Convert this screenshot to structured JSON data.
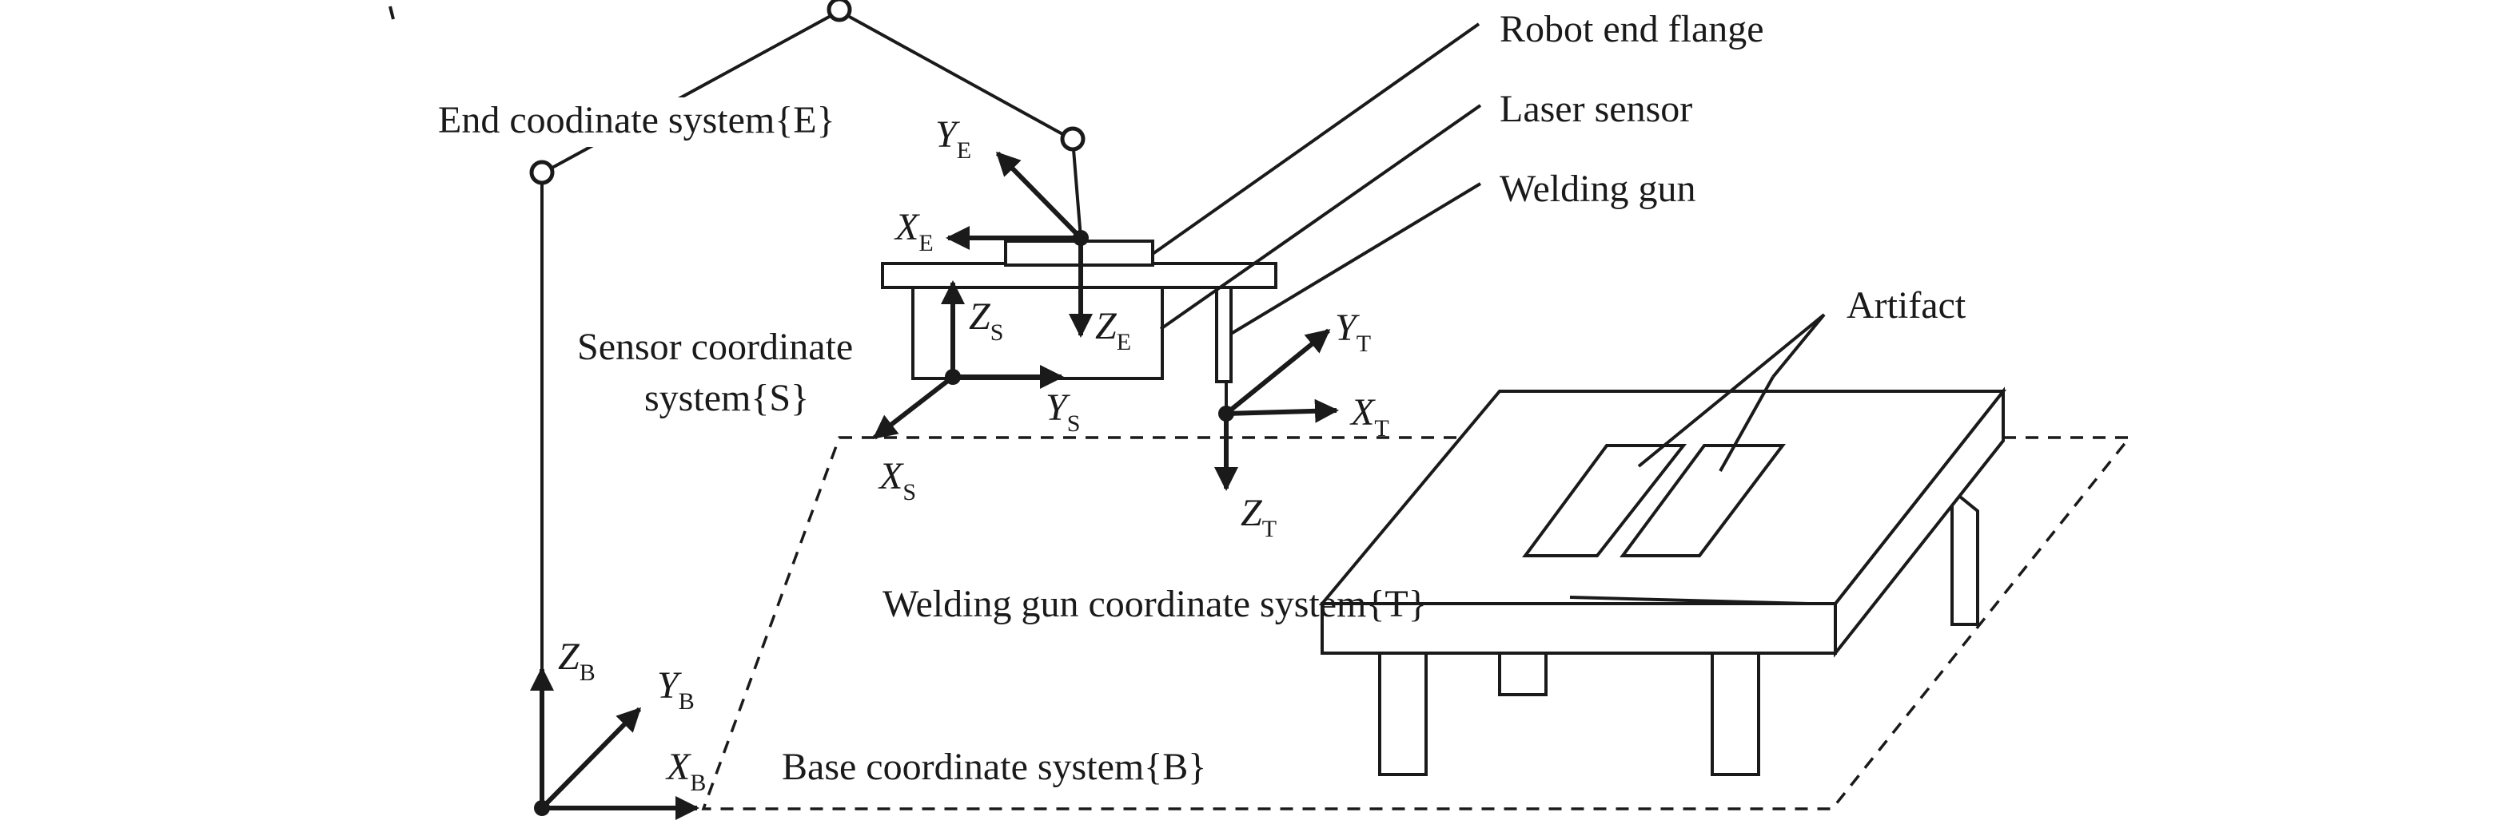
{
  "labels": {
    "robot_end_flange": "Robot end flange",
    "laser_sensor": "Laser sensor",
    "welding_gun": "Welding gun",
    "artifact": "Artifact",
    "end_system": "End coodinate system{E}",
    "sensor_system_line1": "Sensor coordinate",
    "sensor_system_line2": "system{S}",
    "gun_system": "Welding gun coordinate system{T}",
    "base_system": "Base coordinate system{B}"
  },
  "axes": {
    "end": {
      "x": "X",
      "x_sub": "E",
      "y": "Y",
      "y_sub": "E",
      "z": "Z",
      "z_sub": "E"
    },
    "sensor": {
      "x": "X",
      "x_sub": "S",
      "y": "Y",
      "y_sub": "S",
      "z": "Z",
      "z_sub": "S"
    },
    "tool": {
      "x": "X",
      "x_sub": "T",
      "y": "Y",
      "y_sub": "T",
      "z": "Z",
      "z_sub": "T"
    },
    "base": {
      "x": "X",
      "x_sub": "B",
      "y": "Y",
      "y_sub": "B",
      "z": "Z",
      "z_sub": "B"
    }
  }
}
